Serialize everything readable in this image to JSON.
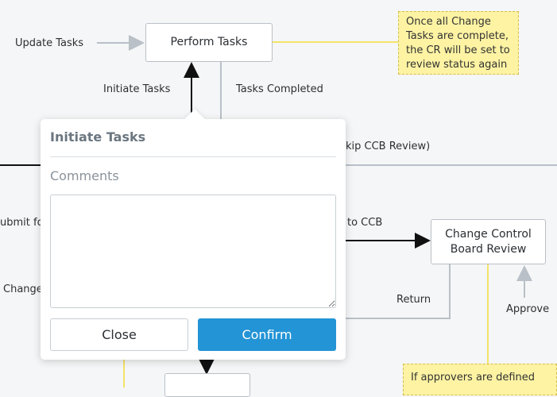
{
  "diagram": {
    "nodes": {
      "perform_tasks": "Perform Tasks",
      "change_control_board_review": "Change Control Board Review"
    },
    "edge_labels": {
      "update_tasks": "Update Tasks",
      "initiate_tasks": "Initiate Tasks",
      "tasks_completed": "Tasks Completed",
      "skip_ccb_review": "kip CCB Review)",
      "to_ccb": "to CCB",
      "submit_for": "ubmit fo",
      "change": "Change",
      "return": "Return",
      "approve": "Approve"
    },
    "notes": {
      "tasks_complete_note": "Once all Change Tasks are complete, the CR will be set to review status again",
      "approvers_note": "If approvers are defined"
    }
  },
  "dialog": {
    "title": "Initiate Tasks",
    "comments_label": "Comments",
    "comments_value": "",
    "close_label": "Close",
    "confirm_label": "Confirm"
  },
  "colors": {
    "primary": "#2394d6",
    "note_fill": "#fdf3a3",
    "note_line": "#f4e36a",
    "connector": "#b9c0c7",
    "background": "#f5f6f7"
  }
}
